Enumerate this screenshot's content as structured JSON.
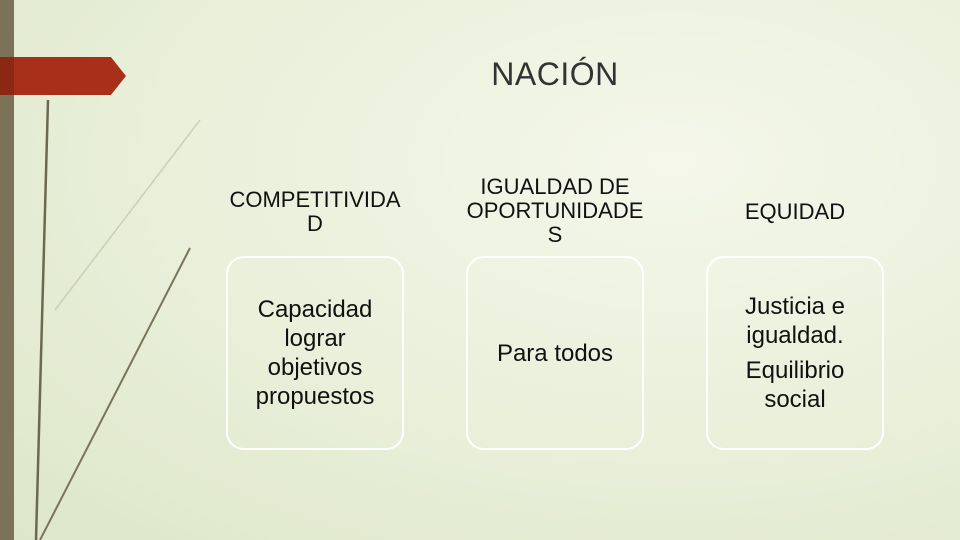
{
  "slide": {
    "title": "NACIÓN",
    "columns": [
      {
        "heading": "COMPETITIVIDA\nD",
        "body": "Capacidad\nlograr\nobjetivos\npropuestos"
      },
      {
        "heading": "IGUALDAD DE\nOPORTUNIDADE\nS",
        "body": "Para todos"
      },
      {
        "heading": "EQUIDAD",
        "body": "Justicia e\nigualdad.",
        "body2": "Equilibrio\nsocial"
      }
    ]
  },
  "colors": {
    "accent": "#a8301a",
    "side_bar": "#7c7259",
    "background": "#e9efd9"
  }
}
